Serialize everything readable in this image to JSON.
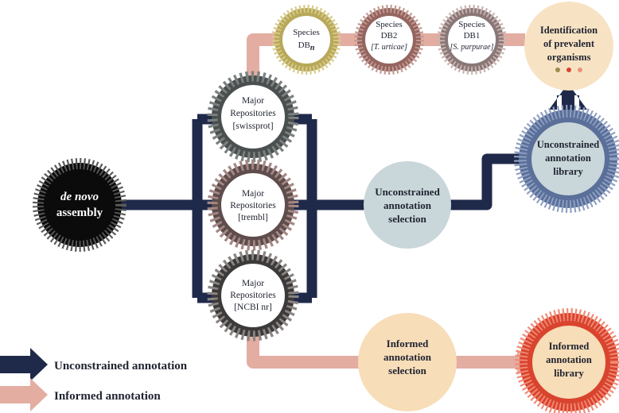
{
  "nodes": {
    "denovo": {
      "line1": "de novo",
      "line2": "assembly"
    },
    "swissprot": {
      "line1": "Major",
      "line2": "Repositories",
      "line3": "[swissprot]"
    },
    "trembl": {
      "line1": "Major",
      "line2": "Repositories",
      "line3": "[trembl]"
    },
    "ncbi": {
      "line1": "Major",
      "line2": "Repositories",
      "line3": "[NCBI nr]"
    },
    "species_n": {
      "line1": "Species",
      "line2": "DB",
      "sub": "n"
    },
    "species_2": {
      "line1": "Species",
      "line2": "DB2",
      "line3": "[T. urticae]"
    },
    "species_1": {
      "line1": "Species",
      "line2": "DB1",
      "line3": "[S. purpurae]"
    },
    "prevalent": {
      "line1": "Identification",
      "line2": "of prevalent",
      "line3": "organisms"
    },
    "unc_selection": {
      "line1": "Unconstrained",
      "line2": "annotation",
      "line3": "selection"
    },
    "unc_library": {
      "line1": "Unconstrained",
      "line2": "annotation",
      "line3": "library"
    },
    "inf_selection": {
      "line1": "Informed",
      "line2": "annotation",
      "line3": "selection"
    },
    "inf_library": {
      "line1": "Informed",
      "line2": "annotation",
      "line3": "library"
    }
  },
  "legend": {
    "unconstrained": "Unconstrained annotation",
    "informed": "Informed annotation"
  },
  "colors": {
    "unconstrained_arrow": "#1f2a4a",
    "informed_arrow": "#e3ada2",
    "selection_fill_unconstrained": "#c9d6da",
    "selection_fill_informed": "#f7ddb8",
    "prevalent_fill": "#f7e3c4",
    "dot_colors": [
      "#9a8c4c",
      "#d9442e",
      "#e9927d"
    ]
  }
}
